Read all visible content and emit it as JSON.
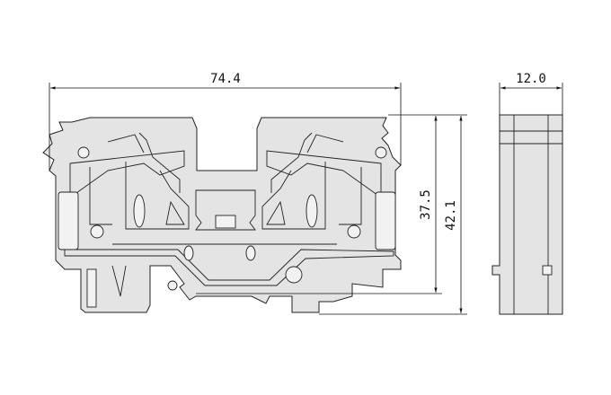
{
  "drawing": {
    "front_view": {
      "width_label": "74.4",
      "height_label_inner": "37.5",
      "height_label_outer": "42.1"
    },
    "side_view": {
      "width_label": "12.0"
    },
    "colors": {
      "part_fill": "#e4e4e4",
      "line": "#222222"
    }
  }
}
